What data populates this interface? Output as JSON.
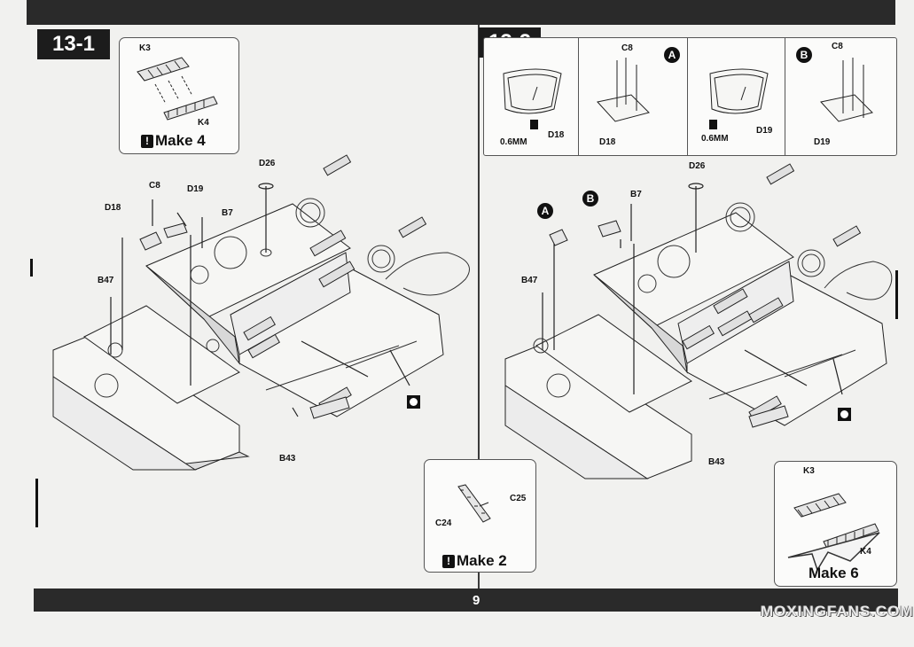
{
  "page": {
    "number": "9"
  },
  "step1": {
    "id": "13-1",
    "inset": {
      "labels": {
        "k3": "K3",
        "k4": "K4"
      },
      "make": "Make 4"
    },
    "labels": {
      "d26": "D26",
      "c8": "C8",
      "d19": "D19",
      "d18": "D18",
      "b7": "B7",
      "b47": "B47",
      "b43": "B43"
    }
  },
  "step2": {
    "id": "13-2",
    "subpanels": [
      {
        "labels": [
          "0.6MM",
          "D18"
        ]
      },
      {
        "callout": "A",
        "labels": [
          "C8",
          "D18"
        ]
      },
      {
        "labels": [
          "0.6MM",
          "D19"
        ]
      },
      {
        "callout": "B",
        "labels": [
          "C8",
          "D19"
        ]
      }
    ],
    "labels": {
      "a": "A",
      "b": "B",
      "b7": "B7",
      "d26": "D26",
      "b47": "B47",
      "b43": "B43"
    },
    "inset": {
      "labels": {
        "k3": "K3",
        "k4": "K4"
      },
      "make": "Make 6"
    }
  },
  "subassembly": {
    "labels": {
      "c25": "C25",
      "c24": "C24"
    },
    "make": "Make 2"
  },
  "watermark": "MOXINGFANS.COM",
  "icons": [
    "warning-icon",
    "symmetry-icon",
    "glue-arrow-icon"
  ]
}
